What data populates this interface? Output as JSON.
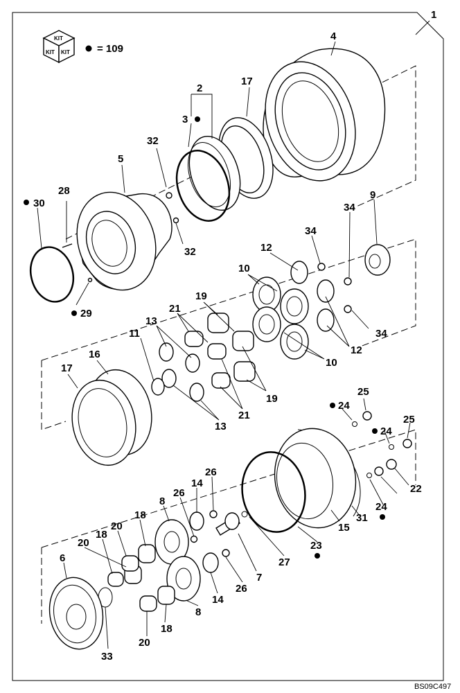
{
  "kit_legend": {
    "kit_labels": [
      "KIT",
      "KIT",
      "KIT"
    ],
    "text": "= 109",
    "marker": "bullet"
  },
  "callouts": [
    {
      "id": "c1",
      "text": "1"
    },
    {
      "id": "c2",
      "text": "2"
    },
    {
      "id": "c3",
      "text": "3"
    },
    {
      "id": "c4",
      "text": "4"
    },
    {
      "id": "c5",
      "text": "5"
    },
    {
      "id": "c6",
      "text": "6"
    },
    {
      "id": "c7",
      "text": "7"
    },
    {
      "id": "c8a",
      "text": "8"
    },
    {
      "id": "c8b",
      "text": "8"
    },
    {
      "id": "c9",
      "text": "9"
    },
    {
      "id": "c10a",
      "text": "10"
    },
    {
      "id": "c10b",
      "text": "10"
    },
    {
      "id": "c11",
      "text": "11"
    },
    {
      "id": "c12a",
      "text": "12"
    },
    {
      "id": "c12b",
      "text": "12"
    },
    {
      "id": "c13a",
      "text": "13"
    },
    {
      "id": "c13b",
      "text": "13"
    },
    {
      "id": "c14a",
      "text": "14"
    },
    {
      "id": "c14b",
      "text": "14"
    },
    {
      "id": "c15",
      "text": "15"
    },
    {
      "id": "c16",
      "text": "16"
    },
    {
      "id": "c17a",
      "text": "17"
    },
    {
      "id": "c17b",
      "text": "17"
    },
    {
      "id": "c18a",
      "text": "18"
    },
    {
      "id": "c18b",
      "text": "18"
    },
    {
      "id": "c18c",
      "text": "18"
    },
    {
      "id": "c19a",
      "text": "19"
    },
    {
      "id": "c19b",
      "text": "19"
    },
    {
      "id": "c20a",
      "text": "20"
    },
    {
      "id": "c20b",
      "text": "20"
    },
    {
      "id": "c20c",
      "text": "20"
    },
    {
      "id": "c21a",
      "text": "21"
    },
    {
      "id": "c21b",
      "text": "21"
    },
    {
      "id": "c22",
      "text": "22"
    },
    {
      "id": "c23",
      "text": "23"
    },
    {
      "id": "c24a",
      "text": "24"
    },
    {
      "id": "c24b",
      "text": "24"
    },
    {
      "id": "c24c",
      "text": "24"
    },
    {
      "id": "c25a",
      "text": "25"
    },
    {
      "id": "c25b",
      "text": "25"
    },
    {
      "id": "c26a",
      "text": "26"
    },
    {
      "id": "c26b",
      "text": "26"
    },
    {
      "id": "c26c",
      "text": "26"
    },
    {
      "id": "c27",
      "text": "27"
    },
    {
      "id": "c28",
      "text": "28"
    },
    {
      "id": "c29",
      "text": "29"
    },
    {
      "id": "c30",
      "text": "30"
    },
    {
      "id": "c31",
      "text": "31"
    },
    {
      "id": "c32a",
      "text": "32"
    },
    {
      "id": "c32b",
      "text": "32"
    },
    {
      "id": "c33",
      "text": "33"
    },
    {
      "id": "c34a",
      "text": "34"
    },
    {
      "id": "c34b",
      "text": "34"
    },
    {
      "id": "c34c",
      "text": "34"
    }
  ],
  "figure_code": "BS09C497",
  "colors": {
    "ink": "#000000",
    "paper": "#ffffff"
  }
}
